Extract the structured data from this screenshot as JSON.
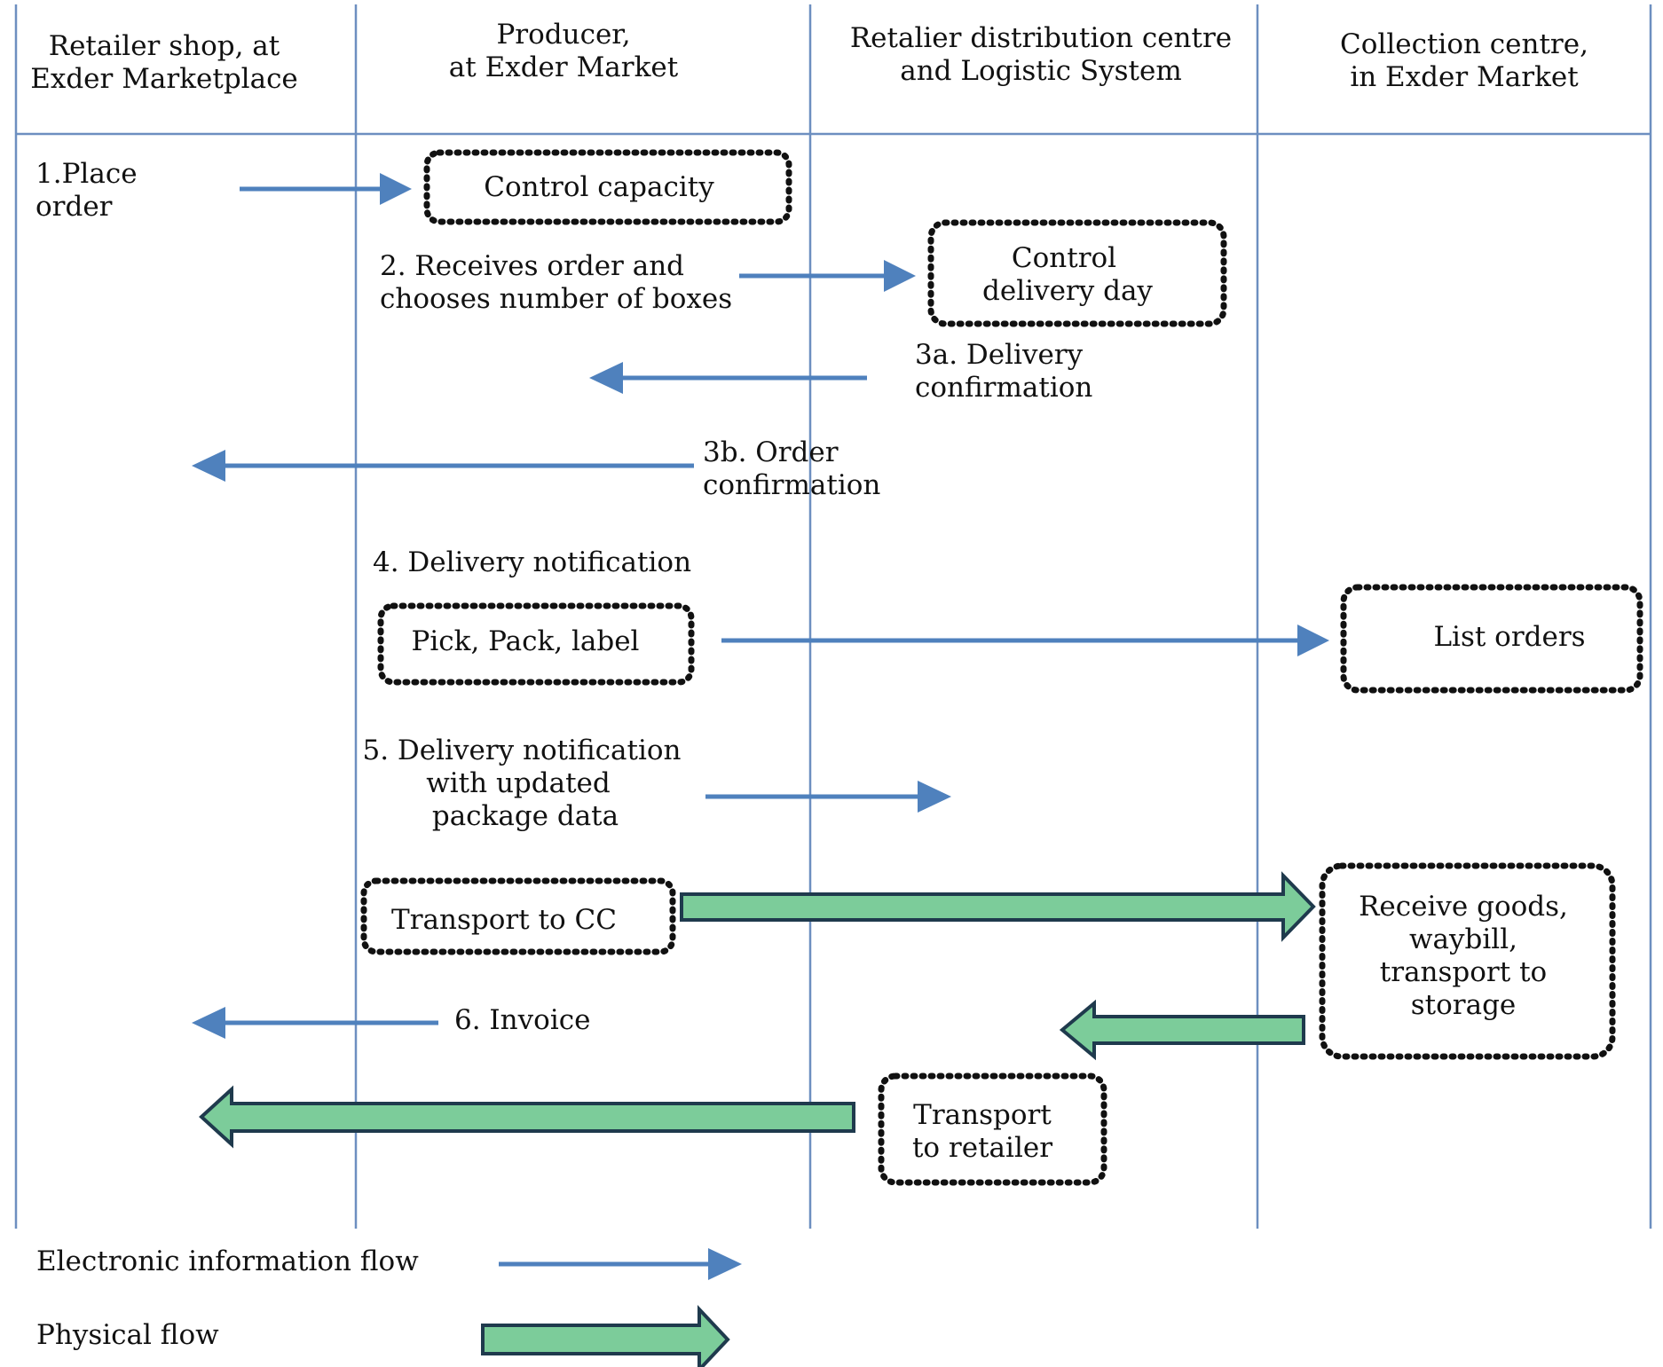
{
  "lanes": [
    {
      "id": "retailer",
      "lines": [
        "Retailer shop, at",
        "Exder Marketplace"
      ]
    },
    {
      "id": "producer",
      "lines": [
        "Producer,",
        "at Exder Market"
      ]
    },
    {
      "id": "distribution",
      "lines": [
        "Retalier distribution centre",
        "and Logistic System"
      ]
    },
    {
      "id": "collection",
      "lines": [
        "Collection centre,",
        "in Exder Market"
      ]
    }
  ],
  "boxes": {
    "control_capacity": [
      "Control capacity"
    ],
    "control_delivery_day": [
      "Control",
      "delivery day"
    ],
    "pick_pack_label": [
      "Pick, Pack, label"
    ],
    "list_orders": [
      "List orders"
    ],
    "transport_to_cc": [
      "Transport to CC"
    ],
    "receive_goods": [
      "Receive goods,",
      "waybill,",
      "transport to",
      "storage"
    ],
    "transport_to_retailer": [
      "Transport",
      "to retailer"
    ]
  },
  "steps": {
    "step1": [
      "1.Place",
      "order"
    ],
    "step2": [
      "2. Receives order and",
      "chooses number of boxes"
    ],
    "step3a": [
      "3a. Delivery",
      "confirmation"
    ],
    "step3b": [
      "3b. Order",
      "confirmation"
    ],
    "step4": [
      "4. Delivery notification"
    ],
    "step5": [
      "5. Delivery notification",
      "with updated",
      "package data"
    ],
    "step6": [
      "6. Invoice"
    ]
  },
  "legend": {
    "electronic": "Electronic information flow",
    "physical": "Physical flow"
  },
  "colors": {
    "lane_line": "#6d8fc0",
    "electronic_arrow": "#4f81bd",
    "physical_fill": "#7ccc9a",
    "physical_outline": "#1f3a4d"
  }
}
